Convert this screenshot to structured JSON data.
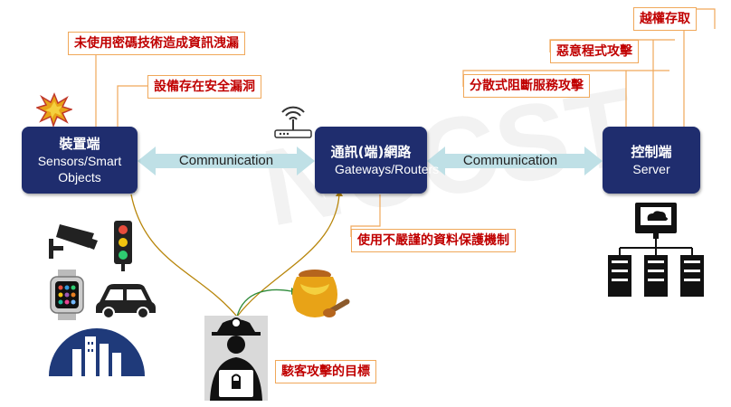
{
  "nodes": {
    "device": {
      "title": "裝置端",
      "subtitle": "Sensors/Smart Objects"
    },
    "network": {
      "title": "通訊(端)網路",
      "subtitle": "Gateways/Routers"
    },
    "control": {
      "title": "控制端",
      "subtitle": "Server"
    }
  },
  "arrows": {
    "left": "Communication",
    "right": "Communication"
  },
  "callouts": {
    "unencrypted": "未使用密碼技術造成資訊洩漏",
    "device_vuln": "設備存在安全漏洞",
    "weak_protection": "使用不嚴謹的資料保護機制",
    "privilege": "越權存取",
    "malware": "惡意程式攻擊",
    "ddos": "分散式阻斷服務攻擊",
    "hacker_target": "駭客攻擊的目標"
  },
  "watermark": "NCCST",
  "colors": {
    "node": "#1f2d6e",
    "arrow": "#bfe0e6",
    "callout_border": "#f0a85a",
    "callout_text": "#c00000",
    "attack_line": "#b8860b"
  }
}
